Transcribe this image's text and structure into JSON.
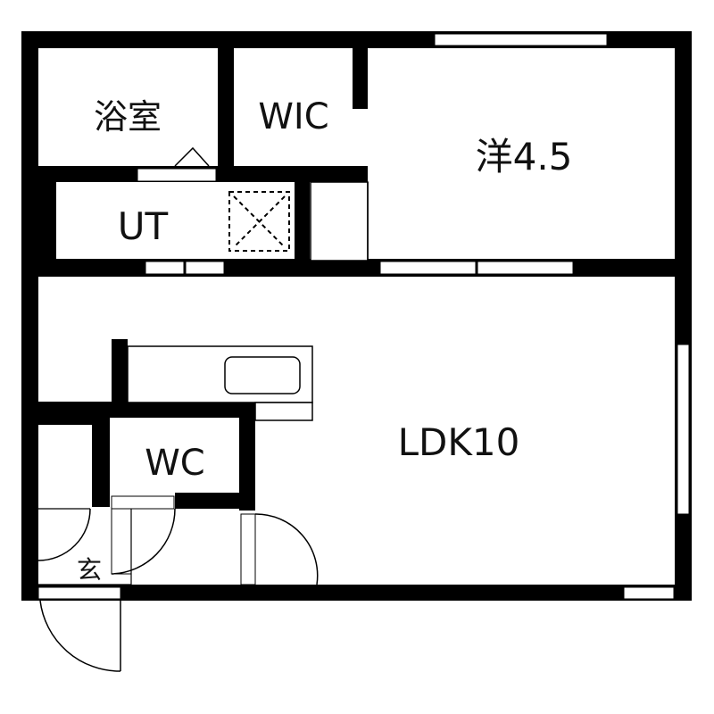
{
  "diagram": {
    "type": "floor-plan",
    "colors": {
      "wall": "#000000",
      "background": "#ffffff",
      "line": "#111111"
    },
    "rooms": [
      {
        "id": "bath",
        "label": "浴室"
      },
      {
        "id": "wic",
        "label": "WIC"
      },
      {
        "id": "western",
        "label": "洋4.5"
      },
      {
        "id": "utility",
        "label": "UT"
      },
      {
        "id": "ldk",
        "label": "LDK10"
      },
      {
        "id": "toilet",
        "label": "WC"
      },
      {
        "id": "entrance",
        "label": "玄"
      }
    ]
  }
}
